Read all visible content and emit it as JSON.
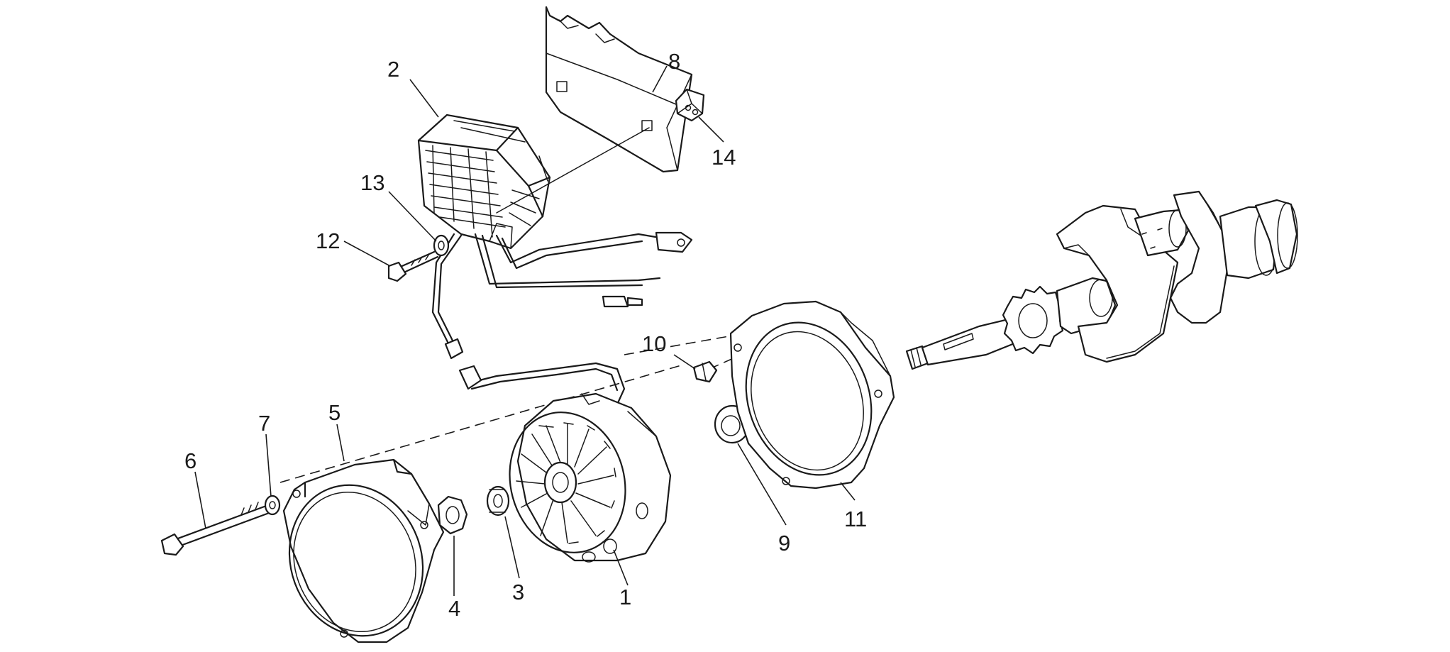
{
  "callouts": [
    {
      "id": "1",
      "text": "1"
    },
    {
      "id": "2",
      "text": "2"
    },
    {
      "id": "3",
      "text": "3"
    },
    {
      "id": "4",
      "text": "4"
    },
    {
      "id": "5",
      "text": "5"
    },
    {
      "id": "6",
      "text": "6"
    },
    {
      "id": "7",
      "text": "7"
    },
    {
      "id": "8",
      "text": "8"
    },
    {
      "id": "9",
      "text": "9"
    },
    {
      "id": "10",
      "text": "10"
    },
    {
      "id": "11",
      "text": "11"
    },
    {
      "id": "12",
      "text": "12"
    },
    {
      "id": "13",
      "text": "13"
    },
    {
      "id": "14",
      "text": "14"
    }
  ],
  "colors": {
    "line": "#1a1a1a",
    "background": "#ffffff"
  }
}
